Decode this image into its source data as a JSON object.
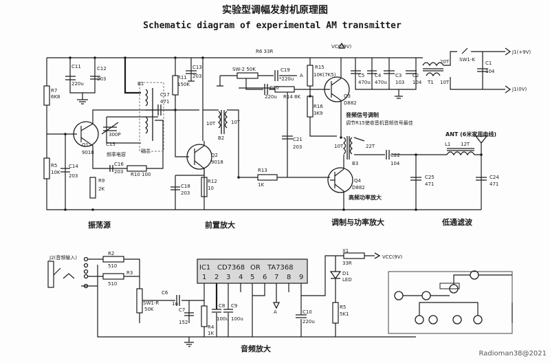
{
  "title_cn": "实验型调幅发射机原理图",
  "title_en": "Schematic diagram of experimental AM transmitter",
  "sections": {
    "oscillator": "振荡源",
    "preamp": "前置放大",
    "modulation": "调制与功率放大",
    "lowpass": "低通滤波",
    "audio_amp": "音频放大"
  },
  "labels": {
    "r6": "R6 33R",
    "vcc_top": "VCC(9V)",
    "c11": "C11",
    "c11v": "220u",
    "c12": "C12",
    "c12v": "203",
    "r7": "R7",
    "r7v": "6K8",
    "b1": "B1",
    "c17": "C17",
    "c17v": "471",
    "r11": "R11",
    "r11v": "150K",
    "c13": "C13",
    "c13v": "203",
    "sw2": "SW-2 50K",
    "c19": "C19",
    "c19v": "*220u",
    "a1": "A",
    "r15": "R15",
    "r15v": "10K(7K5)",
    "c20": "C20",
    "c20v": "220u",
    "r14": "R14 8K",
    "r16": "R16",
    "r16v": "3K9",
    "q3": "Q3",
    "q3v": "D882",
    "c5": "C5",
    "c5v": "470u",
    "c4": "C4",
    "c4v": "470u",
    "c3": "C3",
    "c3v": "103",
    "c2": "C2",
    "c2v": "104",
    "t1p": "20T",
    "t1": "T1",
    "t1s": "10T",
    "sw1k": "SW1-K",
    "j1p": "J1(+9V)",
    "c1": "C1",
    "c1v": "104",
    "j1n": "J1(0V)",
    "q1": "Q1",
    "q1v": "9018",
    "c15v": "300P",
    "c15": "C15",
    "c15d": "频率电容",
    "core": "磁芯",
    "r5": "R5",
    "r5v": "10K",
    "c14": "C14",
    "c14v": "203",
    "c16": "C16",
    "c16v": "203",
    "r10": "R10 100",
    "r9": "R9",
    "r9v": "2K",
    "b2p": "10T",
    "b2s": "10T",
    "d3": "B2",
    "q2": "Q2",
    "q2v": "9018",
    "r12": "R12",
    "r12v": "10",
    "c18": "C18",
    "c18v": "203",
    "c21": "C21",
    "c21v": "203",
    "r13": "R13",
    "r13v": "1K",
    "b3p": "10T",
    "b3s": "22T",
    "b3": "B3",
    "c22": "C22",
    "c22v": "104",
    "q4": "Q4",
    "q4v": "D882",
    "q4d": "高频功率放大",
    "ant": "ANT (6米家用电线)",
    "l1": "L1",
    "l1v": "12T",
    "c25": "C25",
    "c25v": "471",
    "c24": "C24",
    "c24v": "471",
    "mod_title": "音频信号调制",
    "mod_note": "调节R15使收音机音频信号最佳",
    "j2": "J2(音频输入)",
    "r2": "R2",
    "r2v": "510",
    "r3": "R3",
    "r3v": "510",
    "sw1r": "SW1-R",
    "sw1rv": "50K",
    "c6": "C6",
    "c6v": "1u",
    "c7": "C7",
    "c7v": "152",
    "r4": "R4",
    "r4v": "1K",
    "c8": "C8",
    "c8v": "100u",
    "c9": "C9",
    "c9v": "100u",
    "a2": "A",
    "c10": "C10",
    "c10v": "220u",
    "x1": "X1",
    "x1v": "33R",
    "vcc_bot": "VCC(9V)",
    "d1": "D1",
    "d1v": "LED",
    "r5b": "R5",
    "r5bv": "5K1"
  },
  "ic": {
    "name": "IC1",
    "part": "CD7368",
    "or": "OR",
    "alt": "TA7368",
    "pins": [
      "1",
      "2",
      "3",
      "4",
      "5",
      "6",
      "7",
      "8",
      "9"
    ]
  },
  "watermark": "Radioman38@2021"
}
